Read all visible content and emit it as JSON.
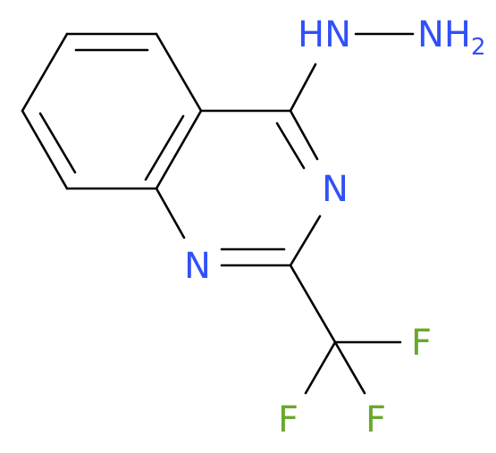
{
  "structure": {
    "atoms": {
      "nh": {
        "symbol": "HN",
        "color": "#3050F8"
      },
      "nh2": {
        "symbol": "NH",
        "subscript": "2",
        "color": "#3050F8"
      },
      "n3": {
        "symbol": "N",
        "color": "#3050F8"
      },
      "n1": {
        "symbol": "N",
        "color": "#3050F8"
      },
      "f1": {
        "symbol": "F",
        "color": "#6AA82D"
      },
      "f2": {
        "symbol": "F",
        "color": "#6AA82D"
      },
      "f3": {
        "symbol": "F",
        "color": "#6AA82D"
      }
    },
    "bond_color": "#000000"
  }
}
